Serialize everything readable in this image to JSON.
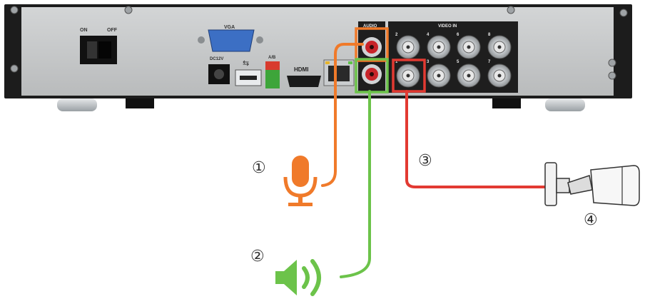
{
  "panel_labels": {
    "power_on": "ON",
    "power_off": "OFF",
    "vga": "VGA",
    "dc_in": "DC12V",
    "alarm": "A/B",
    "hdmi": "HDMI",
    "audio_in": "AUDIO",
    "video_in": "VIDEO IN",
    "ch_top": [
      "2",
      "4",
      "6",
      "8"
    ],
    "ch_bottom": [
      "1",
      "3",
      "5",
      "7"
    ]
  },
  "callouts": {
    "microphone": "①",
    "speaker": "②",
    "camera_cable": "③",
    "camera": "④"
  },
  "colors": {
    "microphone_cable": "#f07a2a",
    "speaker_cable": "#6cc34a",
    "camera_cable": "#e23a32",
    "chassis": "#1c1c1c",
    "panel": "#c9cbcc"
  },
  "icons": {
    "microphone": "microphone-icon",
    "speaker": "speaker-icon",
    "camera": "bullet-camera-icon"
  }
}
